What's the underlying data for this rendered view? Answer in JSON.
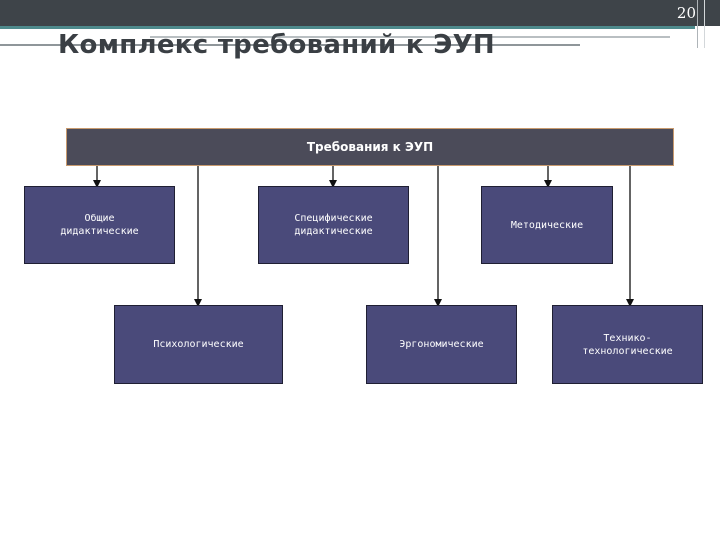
{
  "slide": {
    "page_number": "20",
    "title": "Комплекс требований к ЭУП"
  },
  "diagram": {
    "root": "Требования к ЭУП",
    "top_row": [
      "Общие\nдидактические",
      "Специфические\nдидактические",
      "Методические"
    ],
    "bottom_row": [
      "Психологические",
      "Эргономические",
      "Технико-\nтехнологические"
    ]
  },
  "colors": {
    "header_bar": "#3e4449",
    "box_fill": "#4a4a7a",
    "root_fill": "#4b4b59",
    "root_border": "#c89a6e"
  }
}
